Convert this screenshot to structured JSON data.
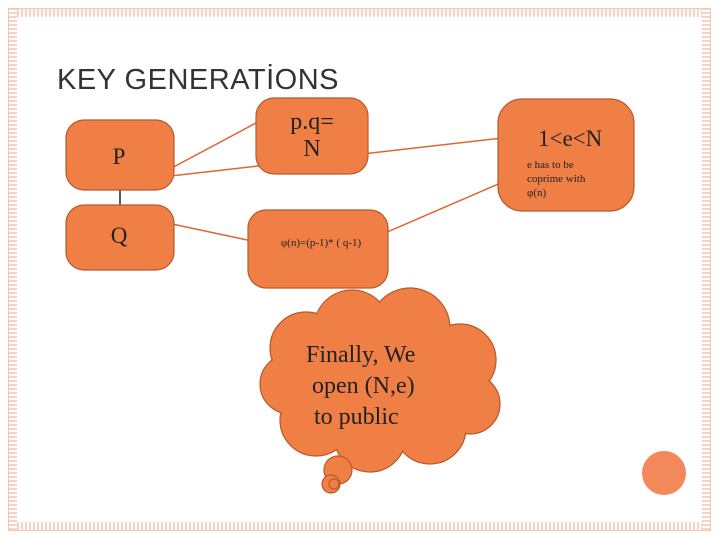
{
  "slide": {
    "title": "KEY GENERATİONS",
    "colors": {
      "node_fill": "#f07f45",
      "node_stroke": "#b55a2a",
      "connector": "#e06533",
      "decor": "#f3895a",
      "border": "#f4c7b5"
    }
  },
  "nodes": {
    "p": {
      "label": "P"
    },
    "q": {
      "label": "Q"
    },
    "n": {
      "line1": "p.q=",
      "line2": "N"
    },
    "phi": {
      "label": "φ(n)=(p-1)* ( q-1)"
    },
    "e": {
      "label": "1<e<N",
      "note_lines": [
        "e has to be",
        "coprime with",
        "φ(n)"
      ]
    }
  },
  "cloud": {
    "lines": [
      "Finally, We",
      "open (N,e)",
      "to public"
    ]
  },
  "decorations": [
    "circle-ornament"
  ]
}
